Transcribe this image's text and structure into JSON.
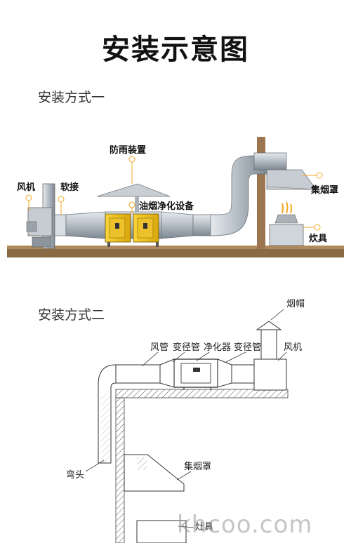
{
  "title": "安装示意图",
  "method1": {
    "heading": "安装方式一",
    "labels": {
      "fan": "风机",
      "soft_joint": "软接",
      "rain_guard": "防雨装置",
      "purifier": "油烟净化设备",
      "hood": "集烟罩",
      "stove": "炊具"
    }
  },
  "method2": {
    "heading": "安装方式二",
    "labels": {
      "chimney_cap": "烟帽",
      "duct": "风管",
      "reducer1": "变径管",
      "purifier": "净化器",
      "reducer2": "变径管",
      "fan": "风机",
      "elbow": "弯头",
      "hood": "集烟罩",
      "stove": "灶具"
    }
  },
  "watermark": "khcoo.com",
  "colors": {
    "accent": "#f5a623",
    "purifier": "#f3c316",
    "duct": "#a9b2ba"
  }
}
